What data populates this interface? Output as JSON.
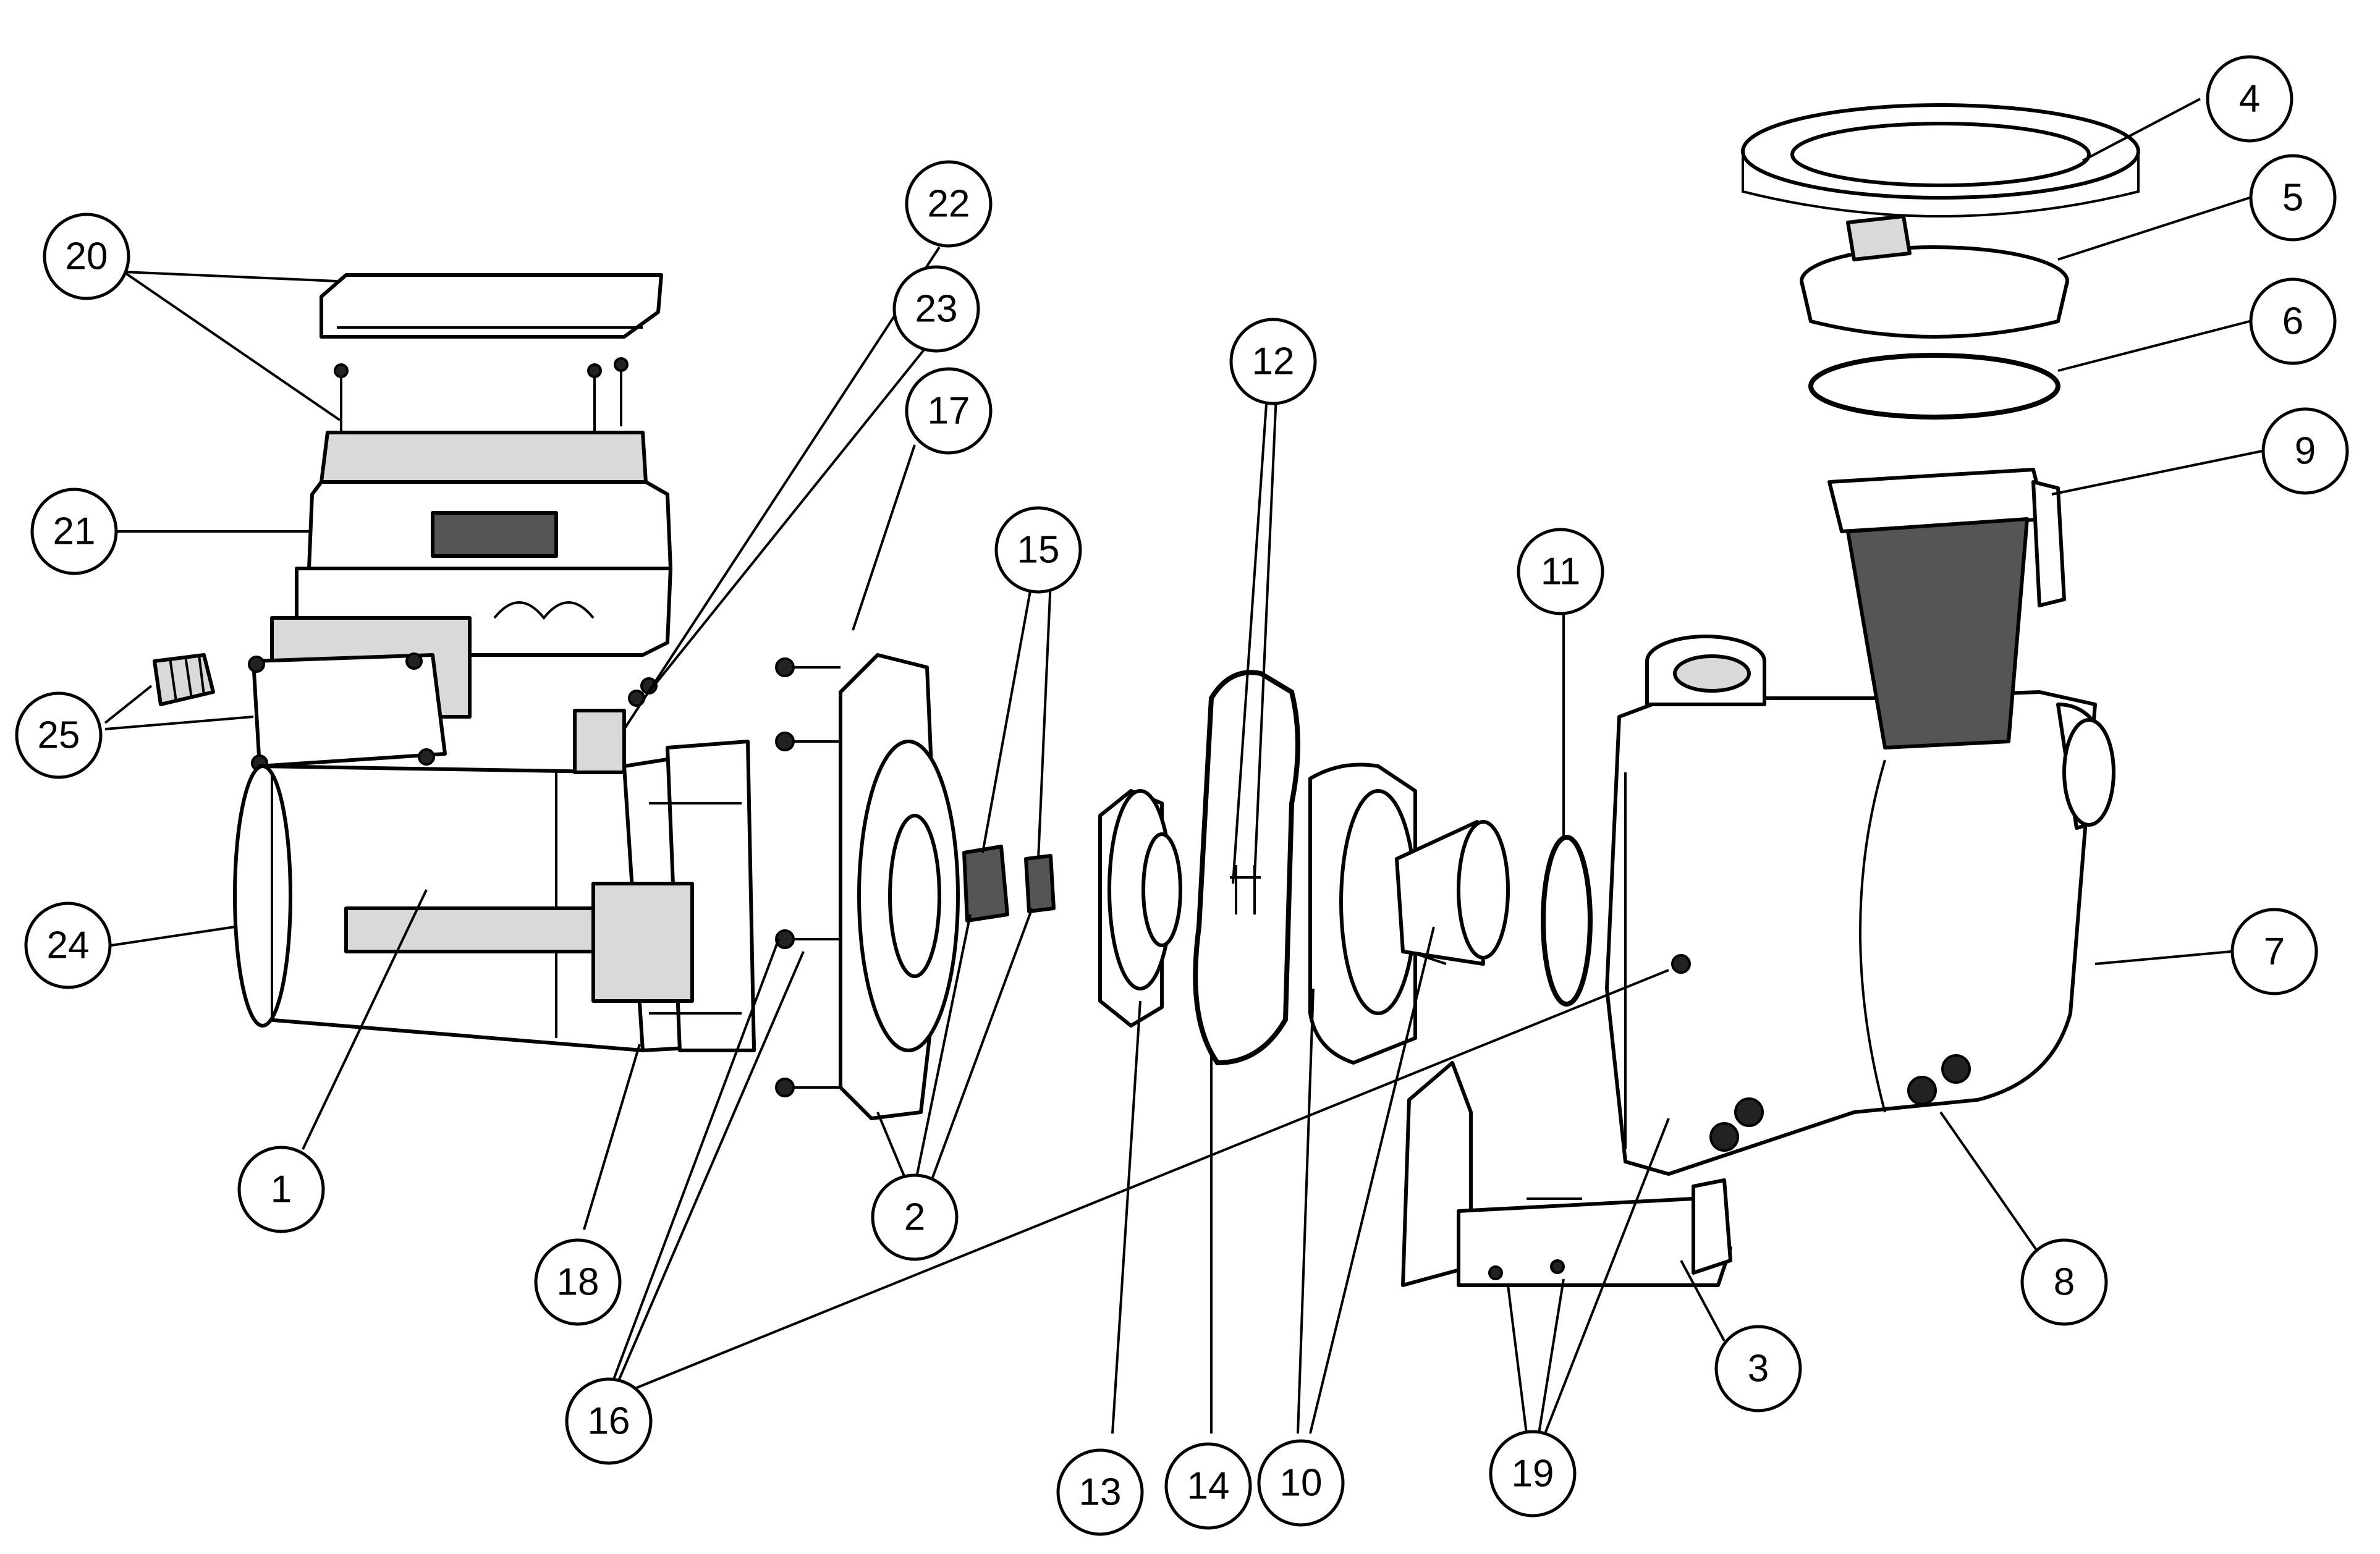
{
  "callouts": [
    {
      "id": "20",
      "label": "20"
    },
    {
      "id": "21",
      "label": "21"
    },
    {
      "id": "25",
      "label": "25"
    },
    {
      "id": "24",
      "label": "24"
    },
    {
      "id": "1",
      "label": "1"
    },
    {
      "id": "22",
      "label": "22"
    },
    {
      "id": "23",
      "label": "23"
    },
    {
      "id": "17",
      "label": "17"
    },
    {
      "id": "18",
      "label": "18"
    },
    {
      "id": "16",
      "label": "16"
    },
    {
      "id": "15",
      "label": "15"
    },
    {
      "id": "2",
      "label": "2"
    },
    {
      "id": "12",
      "label": "12"
    },
    {
      "id": "13",
      "label": "13"
    },
    {
      "id": "14",
      "label": "14"
    },
    {
      "id": "10",
      "label": "10"
    },
    {
      "id": "11",
      "label": "11"
    },
    {
      "id": "19",
      "label": "19"
    },
    {
      "id": "3",
      "label": "3"
    },
    {
      "id": "4",
      "label": "4"
    },
    {
      "id": "5",
      "label": "5"
    },
    {
      "id": "6",
      "label": "6"
    },
    {
      "id": "9",
      "label": "9"
    },
    {
      "id": "7",
      "label": "7"
    },
    {
      "id": "8",
      "label": "8"
    }
  ]
}
